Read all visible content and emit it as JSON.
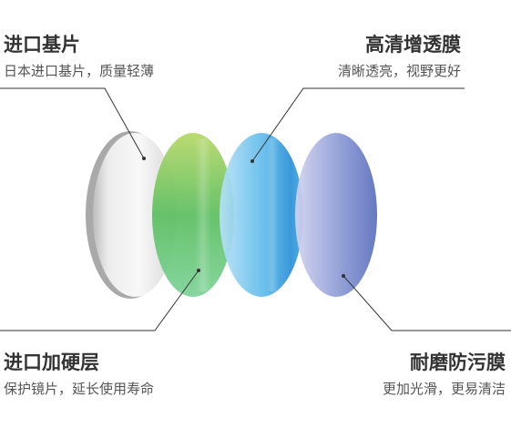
{
  "layers": [
    {
      "title": "进口基片",
      "subtitle": "日本进口基片，质量轻薄",
      "color": "#e4e4e4"
    },
    {
      "title": "高清增透膜",
      "subtitle": "清晰透亮，视野更好",
      "color": "#4fb0e6"
    },
    {
      "title": "进口加硬层",
      "subtitle": "保护镜片，延长使用寿命",
      "color": "#5ec064"
    },
    {
      "title": "耐磨防污膜",
      "subtitle": "更加光滑，更易清洁",
      "color": "#7888cc"
    }
  ]
}
